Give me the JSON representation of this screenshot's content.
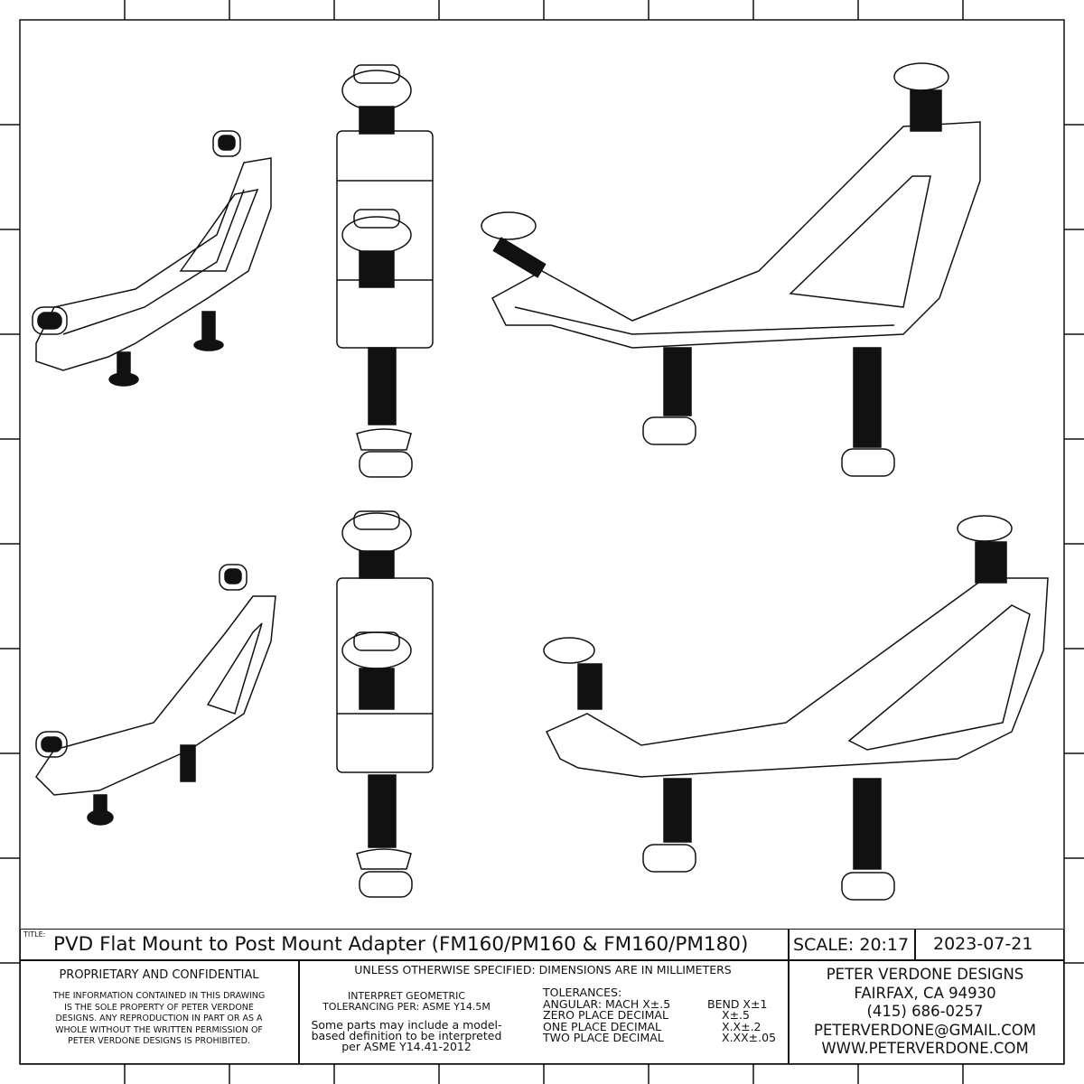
{
  "title_block": {
    "title_label": "TITLE:",
    "title": "PVD Flat Mount to Post Mount Adapter (FM160/PM160 & FM160/PM180)",
    "scale": "SCALE: 20:17",
    "date": "2023-07-21",
    "proprietary": {
      "heading": "PROPRIETARY AND CONFIDENTIAL",
      "lines": [
        "THE INFORMATION CONTAINED IN THIS DRAWING",
        "IS THE SOLE PROPERTY OF PETER VERDONE",
        "DESIGNS.  ANY  REPRODUCTION IN PART OR AS A",
        "WHOLE WITHOUT THE WRITTEN PERMISSION OF",
        "PETER VERDONE DESIGNS IS PROHIBITED."
      ]
    },
    "spec": {
      "heading": "UNLESS OTHERWISE SPECIFIED: DIMENSIONS ARE IN MILLIMETERS",
      "gdt": [
        "INTERPRET GEOMETRIC",
        "TOLERANCING PER: ASME Y14.5M"
      ],
      "mbd": [
        "Some parts may include a model-",
        "based definition to be interpreted",
        "per ASME Y14.41-2012"
      ],
      "tolerances_label": "TOLERANCES:",
      "tolerances": [
        [
          "ANGULAR: MACH X±.5",
          "BEND X±1"
        ],
        [
          "ZERO PLACE DECIMAL",
          "X±.5"
        ],
        [
          "ONE PLACE DECIMAL",
          "X.X±.2"
        ],
        [
          "TWO PLACE DECIMAL",
          "X.XX±.05"
        ]
      ]
    },
    "company": [
      "PETER VERDONE DESIGNS",
      "FAIRFAX, CA 94930",
      "(415) 686-0257",
      "PETERVERDONE@GMAIL.COM",
      "WWW.PETERVERDONE.COM"
    ]
  }
}
